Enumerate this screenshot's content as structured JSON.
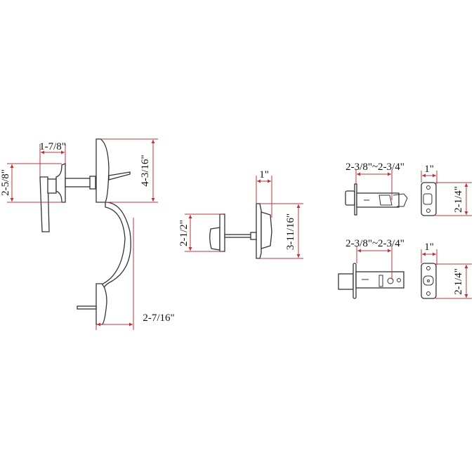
{
  "colors": {
    "dimension_line": "#b8373c",
    "part_outline": "#333333",
    "background": "#ffffff"
  },
  "handleset": {
    "knob_projection": "1-7/8\"",
    "interior_rose_height": "2-5/8\"",
    "exterior_plate_height": "4-3/16\"",
    "grip_projection": "2-7/16\""
  },
  "deadbolt": {
    "exterior_projection": "1\"",
    "interior_thumbturn_height": "2-1/2\"",
    "exterior_height": "3-11/16\""
  },
  "latch_top": {
    "backset": "2-3/8\"~2-3/4\"",
    "faceplate_width": "1\"",
    "faceplate_height": "2-1/4\""
  },
  "latch_bottom": {
    "backset": "2-3/8\"~2-3/4\"",
    "faceplate_width": "1\"",
    "faceplate_height": "2-1/4\""
  }
}
